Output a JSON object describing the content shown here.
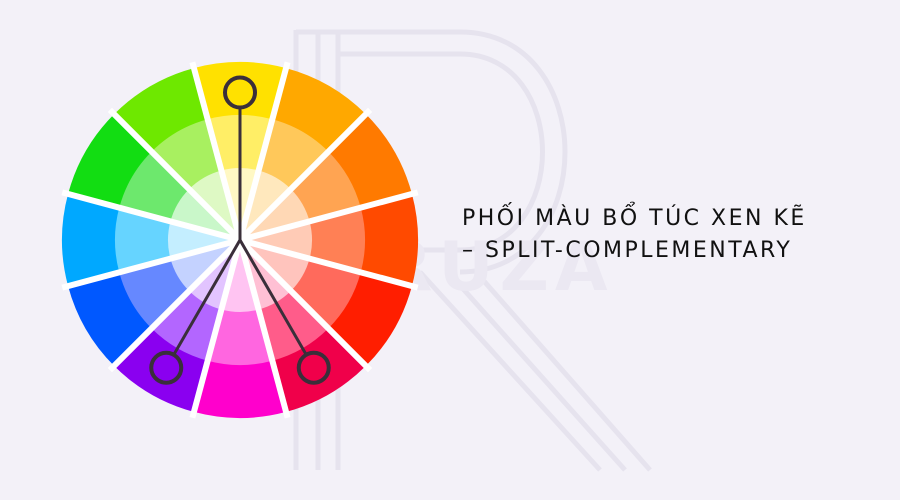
{
  "title": {
    "line1": "PHỐI MÀU BỔ TÚC XEN KẼ",
    "line2": "– SPLIT-COMPLEMENTARY"
  },
  "watermark": {
    "logo_letter": "R",
    "logo_text": "RUZA"
  },
  "color_wheel": {
    "segments": [
      {
        "hue": "yellow",
        "outer": "#ffe100",
        "mid": "#ffee66",
        "inner": "#fff8c4"
      },
      {
        "hue": "yellow-orange",
        "outer": "#ffa800",
        "mid": "#ffc85a",
        "inner": "#ffe8bd"
      },
      {
        "hue": "orange",
        "outer": "#ff7a00",
        "mid": "#ffa452",
        "inner": "#ffd8b5"
      },
      {
        "hue": "red-orange",
        "outer": "#ff4a00",
        "mid": "#ff8055",
        "inner": "#ffcbb6"
      },
      {
        "hue": "red",
        "outer": "#ff1e00",
        "mid": "#ff6a5c",
        "inner": "#ffc4bd"
      },
      {
        "hue": "red-violet",
        "outer": "#f0004a",
        "mid": "#ff5c8a",
        "inner": "#ffc0d4"
      },
      {
        "hue": "magenta",
        "outer": "#ff00cc",
        "mid": "#ff66e0",
        "inner": "#ffc4f2"
      },
      {
        "hue": "violet",
        "outer": "#8a00f0",
        "mid": "#b366ff",
        "inner": "#e2c4ff"
      },
      {
        "hue": "blue",
        "outer": "#0058ff",
        "mid": "#6688ff",
        "inner": "#c4d2ff"
      },
      {
        "hue": "cyan-blue",
        "outer": "#00a8ff",
        "mid": "#66d4ff",
        "inner": "#c4eeff"
      },
      {
        "hue": "green",
        "outer": "#12dd12",
        "mid": "#6de86d",
        "inner": "#c9f7c9"
      },
      {
        "hue": "yellow-green",
        "outer": "#6ee800",
        "mid": "#a8f060",
        "inner": "#def9c4"
      }
    ],
    "selected_indices": [
      0,
      5,
      7
    ],
    "marker_color": "#3a2f3a",
    "divider_color": "#ffffff"
  }
}
